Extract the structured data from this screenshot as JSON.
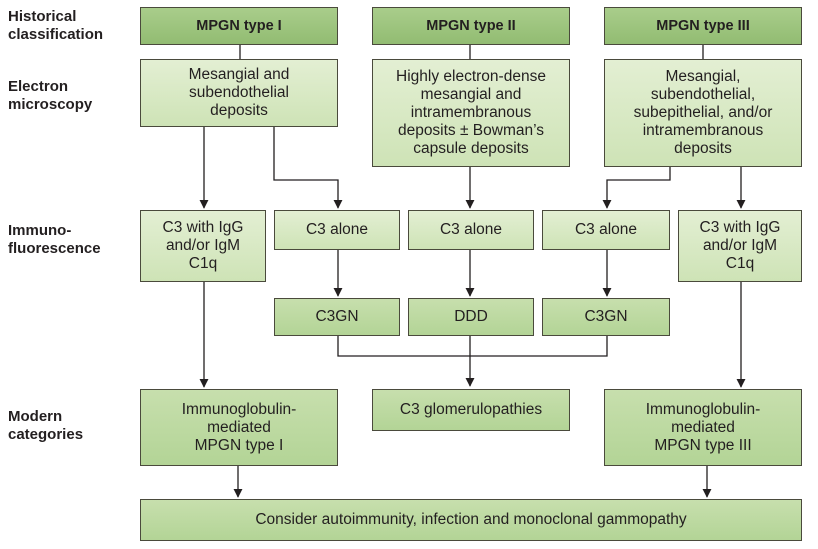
{
  "row_labels": {
    "historical": "Historical\nclassification",
    "electron": "Electron\nmicroscopy",
    "immuno": "Immuno-\nfluorescence",
    "modern": "Modern\ncategories"
  },
  "historical": {
    "type1": "MPGN type I",
    "type2": "MPGN type II",
    "type3": "MPGN type III"
  },
  "electron": {
    "type1": "Mesangial and\nsubendothelial\ndeposits",
    "type2": "Highly electron-dense\nmesangial and\nintramembranous\ndeposits ± Bowman’s\ncapsule deposits",
    "type3": "Mesangial,\nsubendothelial,\nsubepithelial, and/or\nintramembranous\ndeposits"
  },
  "immuno": {
    "left_igg": "C3 with IgG\nand/or IgM\nC1q",
    "c3_alone_1": "C3 alone",
    "c3_alone_2": "C3 alone",
    "c3_alone_3": "C3 alone",
    "right_igg": "C3 with IgG\nand/or IgM\nC1q"
  },
  "c3": {
    "c3gn_left": "C3GN",
    "ddd": "DDD",
    "c3gn_right": "C3GN"
  },
  "modern": {
    "left": "Immunoglobulin-\nmediated\nMPGN type I",
    "center": "C3 glomerulopathies",
    "right": "Immunoglobulin-\nmediated\nMPGN type III"
  },
  "bottom": "Consider autoimmunity, infection and monoclonal gammopathy"
}
